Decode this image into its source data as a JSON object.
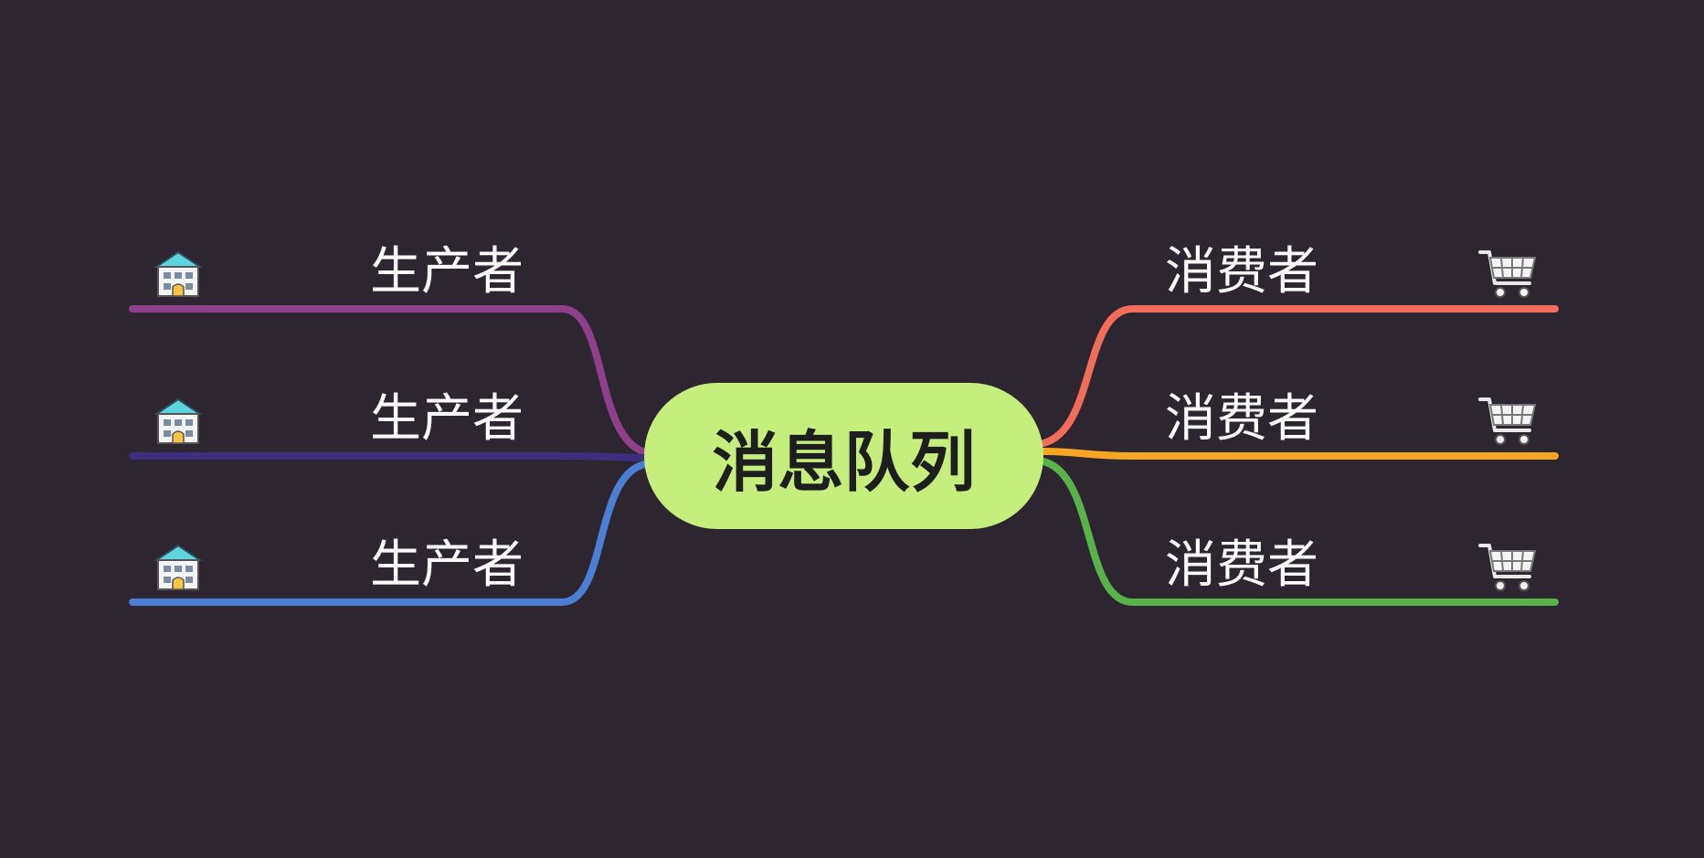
{
  "center": {
    "label": "消息队列",
    "color": "#c5ee7d"
  },
  "producers": [
    {
      "label": "生产者",
      "icon": "building-icon",
      "color": "#8f3f8c"
    },
    {
      "label": "生产者",
      "icon": "building-icon",
      "color": "#3e2f7e"
    },
    {
      "label": "生产者",
      "icon": "building-icon",
      "color": "#4b7fd4"
    }
  ],
  "consumers": [
    {
      "label": "消费者",
      "icon": "shopping-cart-icon",
      "color": "#f26c5a"
    },
    {
      "label": "消费者",
      "icon": "shopping-cart-icon",
      "color": "#f6a623"
    },
    {
      "label": "消费者",
      "icon": "shopping-cart-icon",
      "color": "#5ab24a"
    }
  ],
  "background": "#2d2630"
}
